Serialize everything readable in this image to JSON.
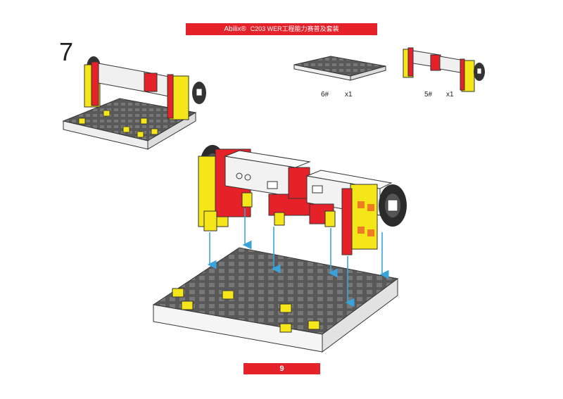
{
  "header": {
    "brand": "Abilix®",
    "title": "C203 WER工程能力赛普及套装"
  },
  "step": {
    "number": "7"
  },
  "parts": [
    {
      "code": "6#",
      "qty": "x1"
    },
    {
      "code": "5#",
      "qty": "x1"
    }
  ],
  "footer": {
    "page_number": "9"
  },
  "colors": {
    "accent_red": "#e5222a",
    "plate_gray": "#5a5a5a",
    "brick_yellow": "#f4e619",
    "arrow_blue": "#3aa3dc"
  }
}
